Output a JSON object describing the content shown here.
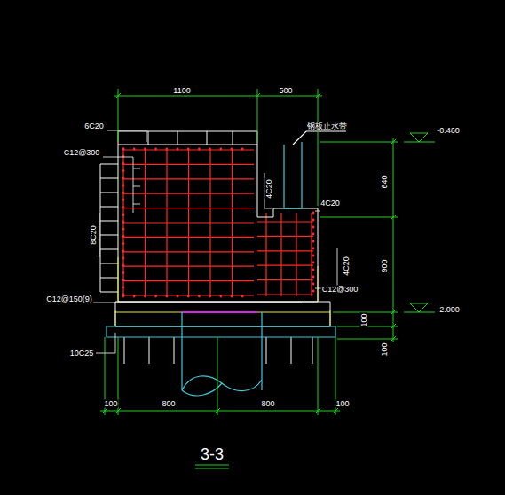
{
  "diagram": {
    "caption": "3-3",
    "labels": [
      "1100",
      "500",
      "6C20",
      "C12@300",
      "8C20",
      "4C20",
      "4C20",
      "4C20",
      "C12@300",
      "C12@150(9)",
      "10C25",
      "钢板止水带",
      "-0.460",
      "-2.000",
      "640",
      "900",
      "100",
      "100",
      "100",
      "800",
      "800",
      "100"
    ]
  }
}
